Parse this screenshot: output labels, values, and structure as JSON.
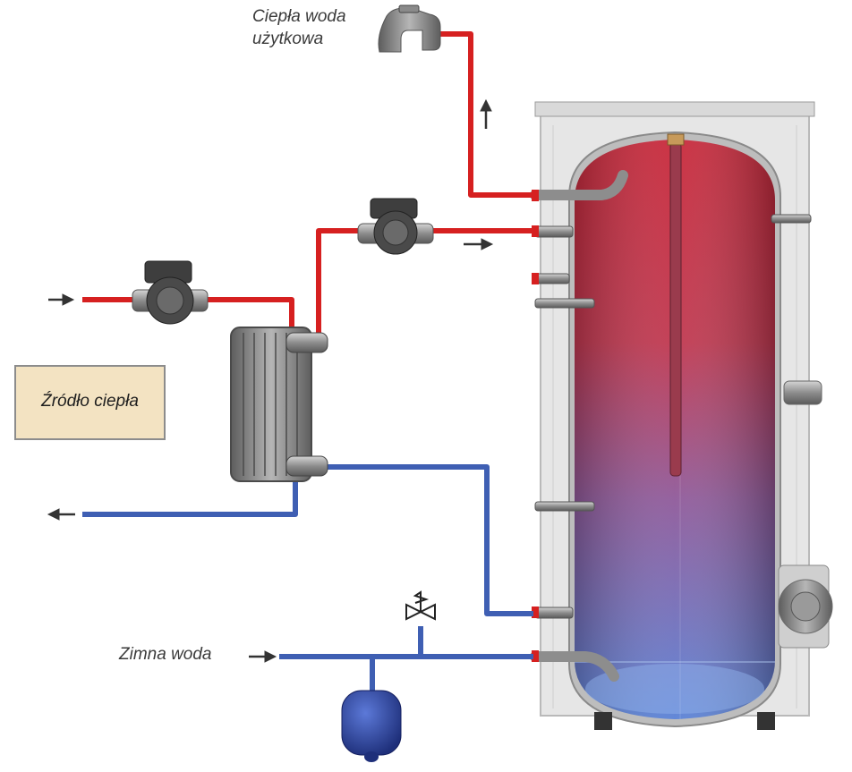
{
  "labels": {
    "hot_water_line1": "Ciepła woda",
    "hot_water_line2": "użytkowa",
    "heat_source": "Źródło ciepła",
    "cold_water": "Zimna woda"
  },
  "colors": {
    "hot_pipe": "#d62020",
    "cold_pipe": "#3f5fb3",
    "tank_top": "#c8283a",
    "tank_bottom": "#5a82d6",
    "insulation": "#e6e6e6",
    "heat_source_fill": "#f3e3c2"
  },
  "icons": {
    "faucet": "faucet-icon",
    "pump": "circulation-pump-icon",
    "heat_exchanger": "plate-heat-exchanger-icon",
    "expansion_vessel": "expansion-vessel-icon",
    "safety_valve": "safety-valve-icon"
  }
}
